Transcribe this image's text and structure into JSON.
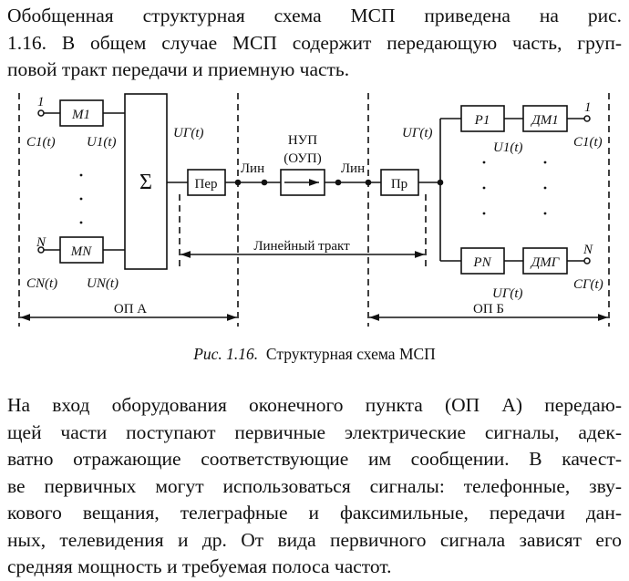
{
  "intro": {
    "lines": [
      "Обобщенная структурная схема МСП приведена на рис.",
      "1.16. В общем случае МСП содержит передающую часть, груп-",
      "повой тракт передачи и приемную часть."
    ]
  },
  "figure": {
    "left_labels": {
      "input_1": "1",
      "input_n": "N",
      "c1": "C1(t)",
      "u1": "U1(t)",
      "cn": "CN(t)",
      "un": "UN(t)",
      "ug": "UГ(t)",
      "dots": ":"
    },
    "blocks": {
      "m1": "M1",
      "mn": "MN",
      "sum": "Σ",
      "per": "Пер",
      "nup1": "НУП",
      "nup2": "(ОУП)",
      "pr": "Пр",
      "p1": "P1",
      "pn": "PN",
      "dm1": "ДМ1",
      "dmg": "ДМГ"
    },
    "line_labels": {
      "lin_left": "Лин",
      "lin_right": "Лин",
      "linear_tract": "Линейный тракт",
      "op_a": "ОП А",
      "op_b": "ОП Б"
    },
    "right_labels": {
      "ug": "UГ(t)",
      "u1": "U1(t)",
      "c1": "C1(t)",
      "ug2": "UГ(t)",
      "cg": "CГ(t)",
      "out_1": "1",
      "out_n": "N"
    }
  },
  "caption": {
    "number": "Рис. 1.16.",
    "title": "Структурная схема МСП"
  },
  "body": {
    "lines": [
      "На вход оборудования оконечного пункта (ОП А) передаю-",
      "щей части поступают первичные электрические сигналы, адек-",
      "ватно отражающие соответствующие им сообщении. В качест-",
      "ве первичных могут использоваться сигналы: телефонные, зву-",
      "кового вещания, телеграфные и факсимильные, передачи дан-",
      "ных, телевидения и др. От вида первичного сигнала зависят его",
      "средняя мощность и требуемая полоса частот."
    ]
  }
}
